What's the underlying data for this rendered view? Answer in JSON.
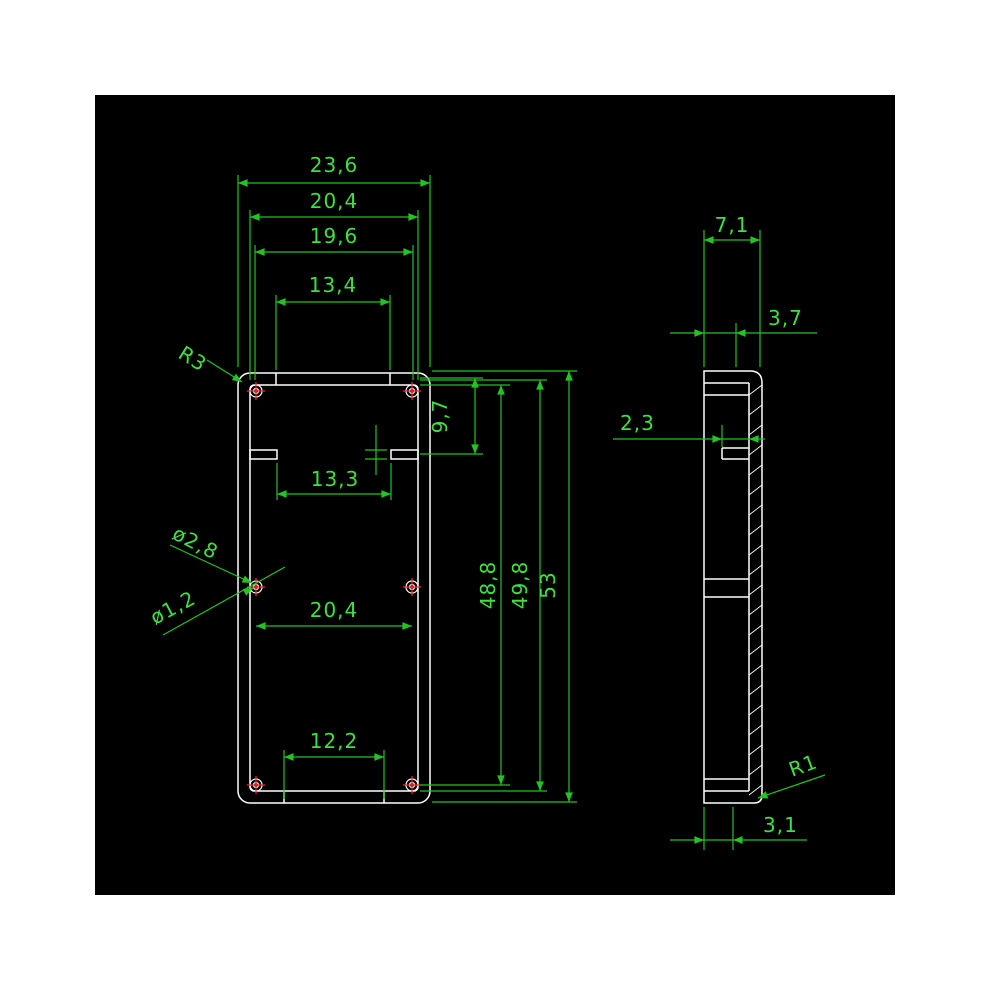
{
  "drawing": {
    "front_view": {
      "width_overall": "23,6",
      "width_outer": "20,4",
      "width_inner": "19,6",
      "top_opening": "13,4",
      "corner_radius": "R3",
      "slot_height": "9,7",
      "slot_width": "13,3",
      "hole_outer_dia": "ø2,8",
      "hole_inner_dia": "ø1,2",
      "hole_spacing": "20,4",
      "bottom_opening": "12,2",
      "height_inner": "48,8",
      "height_mid": "49,8",
      "height_overall": "53"
    },
    "side_view": {
      "depth_overall": "7,1",
      "depth_inner": "3,7",
      "slot_depth": "2,3",
      "corner_radius": "R1",
      "base_depth": "3,1"
    },
    "colors": {
      "background": "#000000",
      "outline": "#ffffff",
      "dimension": "#3fe03f",
      "centerline": "#ff2a2a"
    }
  }
}
